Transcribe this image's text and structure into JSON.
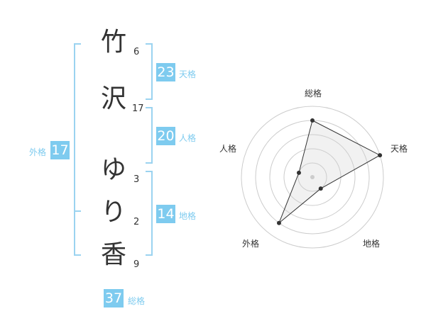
{
  "name": {
    "chars": [
      "竹",
      "沢",
      "ゆ",
      "り",
      "香"
    ],
    "strokes": [
      "6",
      "17",
      "3",
      "2",
      "9"
    ]
  },
  "fortune": {
    "tenkaku": {
      "value": "23",
      "label": "天格"
    },
    "jinkaku": {
      "value": "20",
      "label": "人格"
    },
    "chikaku": {
      "value": "14",
      "label": "地格"
    },
    "gaikaku": {
      "value": "17",
      "label": "外格"
    },
    "soukaku": {
      "value": "37",
      "label": "総格"
    }
  },
  "colors": {
    "accent": "#7ecbef",
    "bracket": "#9bd3f0",
    "ink": "#333333"
  },
  "radar": {
    "axes": [
      "総格",
      "天格",
      "地格",
      "外格",
      "人格"
    ],
    "values": [
      4,
      5,
      1,
      4,
      1
    ],
    "max": 5,
    "rings": 5
  }
}
